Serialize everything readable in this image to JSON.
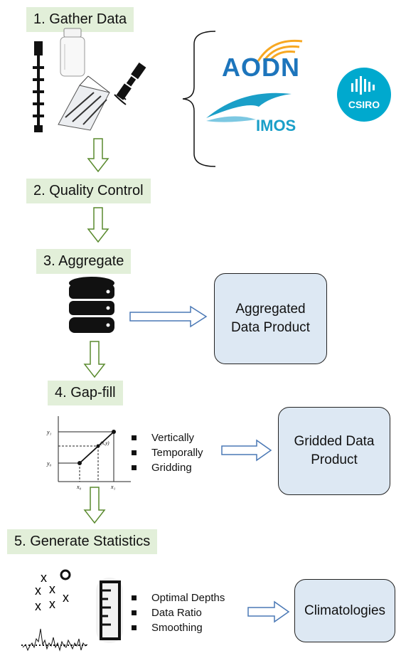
{
  "steps": [
    {
      "label": "1. Gather Data"
    },
    {
      "label": "2. Quality Control"
    },
    {
      "label": "3. Aggregate"
    },
    {
      "label": "4. Gap-fill"
    },
    {
      "label": "5. Generate Statistics"
    }
  ],
  "outputs": {
    "aggregated": [
      "Aggregated",
      "Data Product"
    ],
    "gridded": [
      "Gridded Data",
      "Product"
    ],
    "climatologies": "Climatologies"
  },
  "gapfill_bullets": [
    "Vertically",
    "Temporally",
    "Gridding"
  ],
  "stats_bullets": [
    "Optimal Depths",
    "Data Ratio",
    "Smoothing"
  ],
  "logos": {
    "aodn": "AODN",
    "imos": "IMOS",
    "csiro": "CSIRO"
  },
  "interp_plot": {
    "y1": "y₁",
    "y0": "y₀",
    "x0": "x₀",
    "x1": "x₁",
    "xy": "(x,y)"
  },
  "stats_marks": {
    "x": "x",
    "o": "o"
  },
  "colors": {
    "step_bg": "#e2efd9",
    "output_bg": "#dde8f3",
    "arrow_green": "#5a8a2e",
    "arrow_blue": "#4a78b5",
    "aodn_blue": "#1d75bc",
    "imos_teal": "#1a9fc8",
    "csiro_teal": "#00a9ce"
  }
}
